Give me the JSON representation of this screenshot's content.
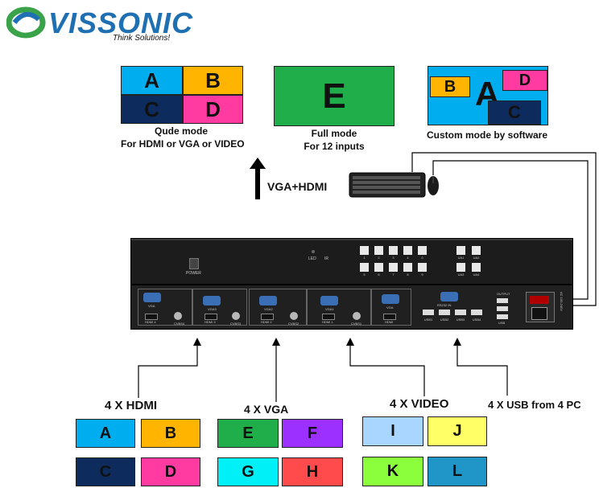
{
  "brand": {
    "name": "VISSONIC",
    "tagline": "Think Solutions!"
  },
  "modes": {
    "quad": {
      "cells": [
        "A",
        "B",
        "C",
        "D"
      ],
      "caption_line1": "Qude mode",
      "caption_line2": "For HDMI or VGA or VIDEO"
    },
    "full": {
      "cell": "E",
      "caption_line1": "Full mode",
      "caption_line2": "For 12 inputs"
    },
    "custom": {
      "big": "A",
      "windows": [
        "B",
        "D",
        "C"
      ],
      "caption": "Custom mode by software"
    }
  },
  "output_arrow_label": "VGA+HDMI",
  "device": {
    "front": {
      "power_label": "POWER",
      "led_label": "LED",
      "ir_label": "IR",
      "buttons_row1": [
        "1",
        "2",
        "3",
        "4",
        "0"
      ],
      "buttons_row2": [
        "5",
        "6",
        "7",
        "8",
        "9"
      ],
      "ua_buttons": [
        "UA1",
        "UA2",
        "UA3",
        "UA4"
      ]
    },
    "rear": {
      "groups": [
        {
          "vga": "VGA",
          "hdmi": "HDMI 4",
          "cvbs": "CVBS4"
        },
        {
          "vga": "VGA3",
          "hdmi": "HDMI 3",
          "cvbs": "CVBS3"
        },
        {
          "vga": "VGA2",
          "hdmi": "HDMI 2",
          "cvbs": "CVBS2"
        },
        {
          "vga": "VGA1",
          "hdmi": "HDMI 1",
          "cvbs": "CVBS1"
        }
      ],
      "output_vga": "VGA",
      "output_hdmi": "HDMI",
      "rs232": "RS232 IN",
      "usb_ports": [
        "USB1",
        "USB2",
        "USB3",
        "USB4"
      ],
      "output_label": "OUTPUT",
      "usb_out": "USB",
      "power_spec": "AC 100-240V"
    }
  },
  "inputs": {
    "hdmi": {
      "label": "4 X HDMI",
      "tiles": [
        "A",
        "B",
        "C",
        "D"
      ]
    },
    "vga": {
      "label": "4 X VGA",
      "tiles": [
        "E",
        "F",
        "G",
        "H"
      ]
    },
    "video": {
      "label": "4 X VIDEO",
      "tiles": [
        "I",
        "J",
        "K",
        "L"
      ]
    },
    "usb": {
      "label": "4 X USB from 4  PC"
    }
  },
  "colors": {
    "cyan_blue": "#00aeef",
    "orange": "#ffb400",
    "navy": "#0d2b5c",
    "magenta": "#ff3aa0",
    "green": "#1fae4a",
    "purple": "#9b30ff",
    "aqua": "#00f0f8",
    "red": "#ff4b4b",
    "light_blue": "#a8d6ff",
    "yellow": "#ffff66",
    "lime": "#8cff3c",
    "steel_blue": "#1f95c8",
    "logo_blue": "#1f6fb3",
    "logo_green": "#3aa34a"
  }
}
